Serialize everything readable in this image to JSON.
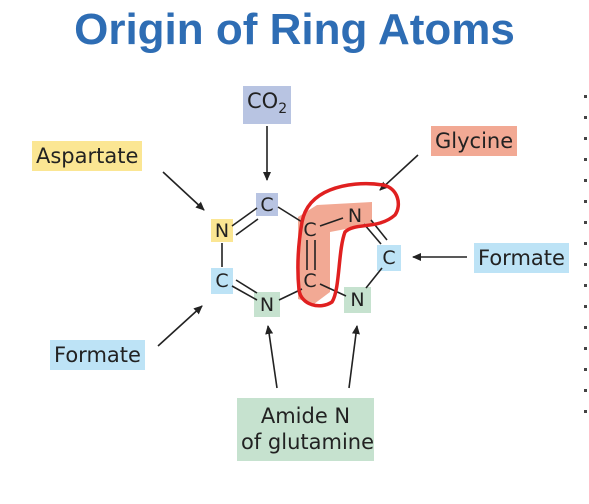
{
  "title": "Origin of Ring Atoms",
  "sources": {
    "co2_base": "CO",
    "co2_sub": "2",
    "aspartate": "Aspartate",
    "glycine": "Glycine",
    "formate_right": "Formate",
    "formate_left": "Formate",
    "amide_line1": "Amide N",
    "amide_line2": "of glutamine"
  },
  "atoms": {
    "n1": "N",
    "c2": "C",
    "n3": "N",
    "c4": "C",
    "c5": "C",
    "c6": "C",
    "n7": "N",
    "c8": "C",
    "n9": "N"
  },
  "colors": {
    "title": "#2e6db4",
    "co2_box": "#b8c4e2",
    "aspartate_box": "#fbe693",
    "glycine_box": "#f2a994",
    "formate_box": "#bde3f6",
    "amide_box": "#c6e2cf",
    "annotation": "#e02020"
  }
}
